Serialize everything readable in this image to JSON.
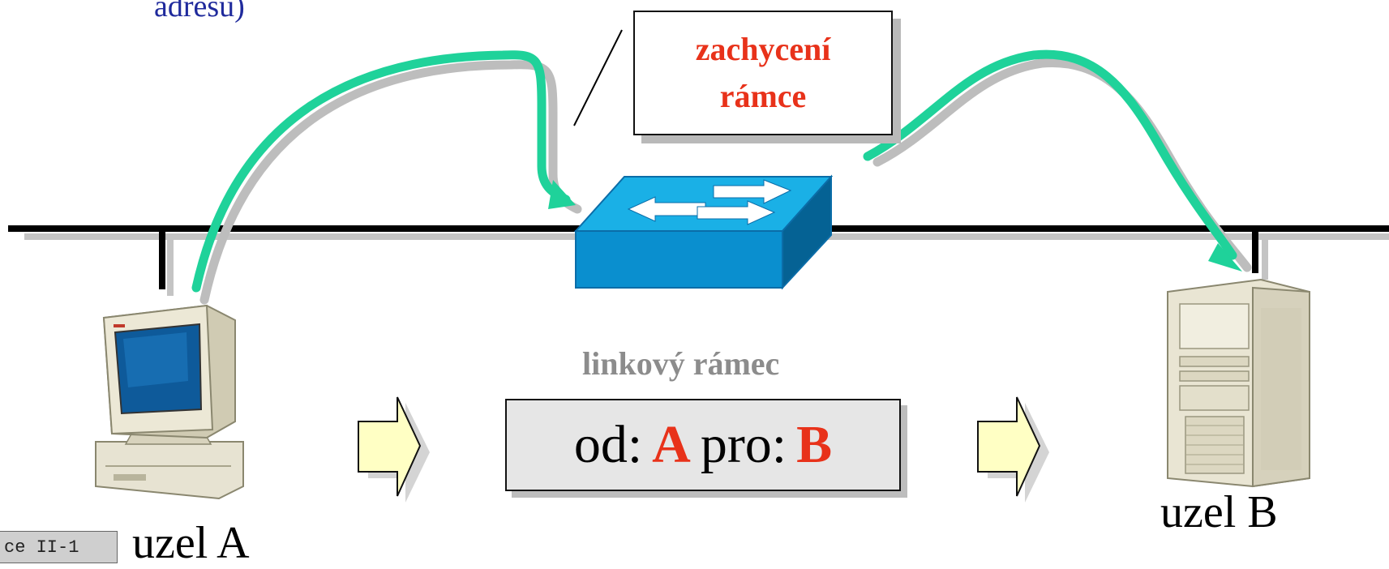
{
  "top_note": "adresu)",
  "callout": {
    "line1": "zachycení",
    "line2": "rámce"
  },
  "frame": {
    "title": "linkový rámec",
    "from_label": "od:",
    "from_value": "A",
    "to_label": "pro:",
    "to_value": "B"
  },
  "nodes": {
    "a": "uzel A",
    "b": "uzel B"
  },
  "slide_tag": "ce II-1",
  "colors": {
    "arrow_path": "#1fd29a",
    "shadow": "#bdbdbd",
    "switch_top": "#1ab0e6",
    "switch_front": "#0a8fcf",
    "switch_side": "#056294",
    "highlight_red": "#e8321a",
    "note_blue": "#1f2a9c",
    "block_arrow_fill": "#ffffc4"
  },
  "icons": [
    "desktop-computer-icon",
    "server-tower-icon",
    "network-switch-icon",
    "block-arrow-icon"
  ]
}
